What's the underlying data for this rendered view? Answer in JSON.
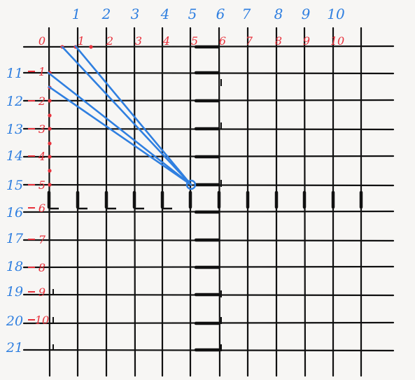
{
  "colors": {
    "grid": "#111111",
    "red": "#e8323c",
    "blue": "#2f7fe0",
    "paper": "#f7f6f4"
  },
  "top_blue_labels": [
    "1",
    "2",
    "3",
    "4",
    "5",
    "6",
    "7",
    "8",
    "9",
    "10"
  ],
  "top_red_labels": [
    "0",
    "1",
    "2",
    "3",
    "4",
    "5",
    "6",
    "7",
    "8",
    "9",
    "10"
  ],
  "left_blue_labels": [
    "11",
    "12",
    "13",
    "14",
    "15",
    "16",
    "17",
    "18",
    "19",
    "20",
    "21"
  ],
  "left_red_labels": [
    "1",
    "2",
    "3",
    "4",
    "5",
    "6",
    "7",
    "8",
    "9",
    "10"
  ]
}
